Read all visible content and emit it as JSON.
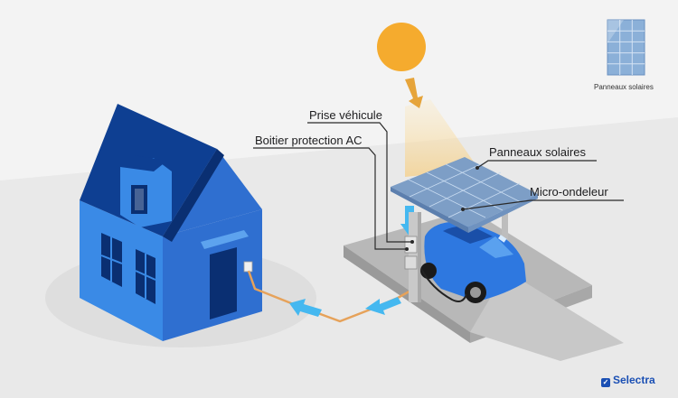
{
  "labels": {
    "prise_vehicule": "Prise véhicule",
    "boitier_protection": "Boitier protection AC",
    "panneaux_solaires": "Panneaux solaires",
    "micro_ondeleur": "Micro-ondeleur"
  },
  "legend": {
    "caption": "Panneaux solaires"
  },
  "brand": {
    "name": "Selectra",
    "mark": "✓"
  },
  "colors": {
    "house_blue": "#2f7fe0",
    "house_roof": "#0e3f92",
    "sun": "#f5ab2e",
    "cable": "#e6a25a",
    "flow_arrow": "#45b8f0",
    "car": "#2e78e0",
    "panel": "#8bb0d8",
    "leader_line": "#2a2a2a",
    "brand": "#1a4fb4"
  }
}
